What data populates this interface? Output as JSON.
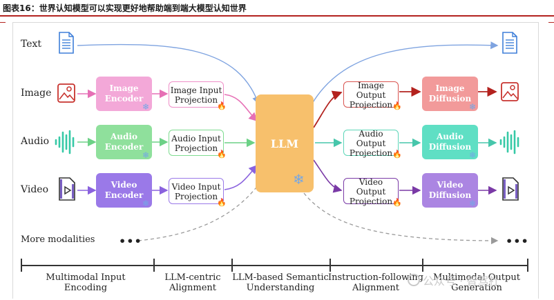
{
  "header": {
    "title": "图表16：世界认知模型可以实现更好地帮助端到端大模型认知世界"
  },
  "rows": {
    "text": "Text",
    "image": "Image",
    "audio": "Audio",
    "video": "Video",
    "more": "More modalities"
  },
  "encoders": {
    "image": [
      "Image",
      "Encoder"
    ],
    "audio": [
      "Audio",
      "Encoder"
    ],
    "video": [
      "Video",
      "Encoder"
    ]
  },
  "input_projections": {
    "image": [
      "Image Input",
      "Projection"
    ],
    "audio": [
      "Audio Input",
      "Projection"
    ],
    "video": [
      "Video Input",
      "Projection"
    ]
  },
  "llm": {
    "label": "LLM"
  },
  "output_projections": {
    "image": [
      "Image Output",
      "Projection"
    ],
    "audio": [
      "Audio Output",
      "Projection"
    ],
    "video": [
      "Video Output",
      "Projection"
    ]
  },
  "diffusions": {
    "image": [
      "Image",
      "Diffusion"
    ],
    "audio": [
      "Audio",
      "Diffusion"
    ],
    "video": [
      "Video",
      "Diffusion"
    ]
  },
  "ellipsis": "•••",
  "stages": [
    [
      "Multimodal Input",
      "Encoding"
    ],
    [
      "LLM-centric",
      "Alignment"
    ],
    [
      "LLM-based Semantic",
      "Understanding"
    ],
    [
      "Instruction-following",
      "Alignment"
    ],
    [
      "Multimodal Output",
      "Generation"
    ]
  ],
  "watermark": "公众号 · 智驾社",
  "colors": {
    "image": "#ef8fc8",
    "audio": "#7fdc90",
    "video": "#9a79e8",
    "llm": "#f7c06c",
    "img_diff": "#f08c8c",
    "aud_diff": "#55dcc0",
    "vid_diff": "#a77de0",
    "text_arrow": "#7ea3e0",
    "icon_blue": "#3e7fd9"
  },
  "icons": {
    "trainable": "fire-icon",
    "frozen": "snowflake-icon"
  }
}
